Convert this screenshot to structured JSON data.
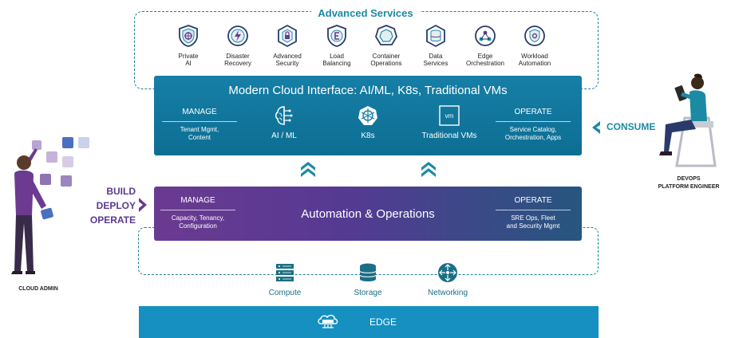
{
  "advanced_services": {
    "title": "Advanced Services",
    "items": [
      {
        "label": "Private\nAI",
        "icon": "private-ai-shield-icon"
      },
      {
        "label": "Disaster\nRecovery",
        "icon": "disaster-recovery-bolt-icon"
      },
      {
        "label": "Advanced\nSecurity",
        "icon": "advanced-security-icon"
      },
      {
        "label": "Load\nBalancing",
        "icon": "load-balancing-icon"
      },
      {
        "label": "Container\nOperations",
        "icon": "container-operations-icon"
      },
      {
        "label": "Data\nServices",
        "icon": "data-services-icon"
      },
      {
        "label": "Edge\nOrchestration",
        "icon": "edge-orchestration-icon"
      },
      {
        "label": "Workload\nAutomation",
        "icon": "workload-automation-icon"
      }
    ]
  },
  "cloud_interface": {
    "title": "Modern Cloud Interface: AI/ML, K8s, Traditional VMs",
    "manage": {
      "heading": "MANAGE",
      "detail": "Tenant Mgmt,\nContent"
    },
    "operate": {
      "heading": "OPERATE",
      "detail": "Service Catalog,\nOrchestration, Apps"
    },
    "workloads": [
      {
        "label": "AI / ML",
        "icon": "brain-circuit-icon"
      },
      {
        "label": "K8s",
        "icon": "kubernetes-wheel-icon"
      },
      {
        "label": "Traditional VMs",
        "icon": "vm-box-icon",
        "badge": "vm"
      }
    ]
  },
  "automation": {
    "title": "Automation & Operations",
    "manage": {
      "heading": "MANAGE",
      "detail": "Capacity, Tenancy,\nConfiguration"
    },
    "operate": {
      "heading": "OPERATE",
      "detail": "SRE Ops, Fleet\nand Security Mgmt"
    }
  },
  "infrastructure": [
    {
      "label": "Compute",
      "icon": "server-rack-icon"
    },
    {
      "label": "Storage",
      "icon": "database-icon"
    },
    {
      "label": "Networking",
      "icon": "network-hub-icon"
    }
  ],
  "edge": {
    "label": "EDGE",
    "icon": "edge-cloud-router-icon"
  },
  "cloud_admin": {
    "actions": [
      "BUILD",
      "DEPLOY",
      "OPERATE"
    ],
    "role": "CLOUD ADMIN"
  },
  "consumer": {
    "action": "CONSUME",
    "role": "DEVOPS\nPLATFORM ENGINEER"
  },
  "colors": {
    "teal": "#1b8aa3",
    "blue_panel": "#167fa6",
    "purple": "#6b3a91",
    "edge_blue": "#1590c0"
  }
}
